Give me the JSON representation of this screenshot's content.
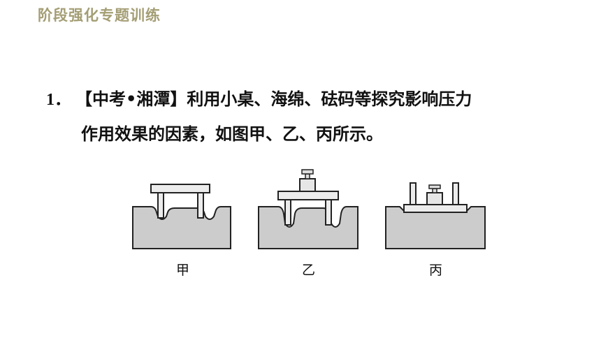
{
  "header": {
    "title": "阶段强化专题训练"
  },
  "question": {
    "number": "1．",
    "source": "【中考•湘潭】",
    "text_line1": "利用小桌、海绵、砝码等探究影响压力",
    "text_line2": "作用效果的因素，如图甲、乙、丙所示。"
  },
  "figures": [
    {
      "label": "甲"
    },
    {
      "label": "乙"
    },
    {
      "label": "丙"
    }
  ],
  "colors": {
    "header": "#a49e75",
    "sponge": "#cccccc",
    "outline": "#222222"
  }
}
